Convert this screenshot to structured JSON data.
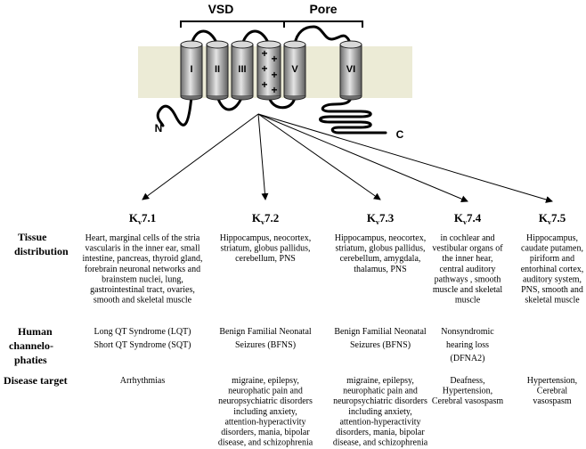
{
  "diagram": {
    "labels": {
      "vsd": "VSD",
      "pore": "Pore",
      "n_terminus": "N",
      "c_terminus": "C"
    },
    "segments": [
      "I",
      "II",
      "III",
      "",
      "V",
      "VI"
    ],
    "charge_symbol": "+",
    "row_headers": {
      "tissue": [
        "Tissue",
        "distribution"
      ],
      "channelopathies": [
        "Human",
        "channelo-",
        "phaties"
      ],
      "disease": [
        "Disease target"
      ]
    },
    "channels": [
      {
        "base": "K",
        "sub": "v",
        "suffix": "7.1",
        "tissue": [
          "Heart, marginal cells  of the stria",
          "vascularis in the inner ear, small",
          "intestine, pancreas, thyroid gland,",
          "forebrain neuronal networks and",
          "brainstem nuclei, lung,",
          "gastrointestinal tract,  ovaries,",
          "smooth and skeletal muscle"
        ],
        "channelopathies": [
          "Long QT Syndrome (LQT)",
          "Short QT Syndrome (SQT)"
        ],
        "disease": [
          "Arrhythmias"
        ]
      },
      {
        "base": "K",
        "sub": "v",
        "suffix": "7.2",
        "tissue": [
          "Hippocampus, neocortex,",
          "striatum, globus pallidus,",
          "cerebellum,  PNS"
        ],
        "channelopathies": [
          "Benign Familial Neonatal",
          "Seizures (BFNS)"
        ],
        "disease": [
          "migraine, epilepsy,",
          "neurophatic pain and",
          "neuropsychiatric disorders",
          "including  anxiety,",
          "attention-hyperactivity",
          "disorders, mania, bipolar",
          "disease, and schizophrenia"
        ]
      },
      {
        "base": "K",
        "sub": "v",
        "suffix": "7.3",
        "tissue": [
          "Hippocampus, neocortex,",
          "striatum, globus pallidus,",
          "cerebellum, amygdala,",
          "thalamus, PNS"
        ],
        "channelopathies": [
          "Benign Familial Neonatal",
          "Seizures (BFNS)"
        ],
        "disease": [
          "migraine, epilepsy,",
          "neurophatic pain and",
          "neuropsychiatric disorders",
          "including  anxiety,",
          "attention-hyperactivity",
          "disorders, mania, bipolar",
          "disease, and schizophrenia"
        ]
      },
      {
        "base": "K",
        "sub": "v",
        "suffix": "7.4",
        "tissue": [
          "in cochlear and",
          "vestibular organs of",
          "the inner hear,",
          "central auditory",
          "pathways , smooth",
          "muscle and skeletal",
          "muscle"
        ],
        "channelopathies": [
          "Nonsyndromic",
          "hearing loss",
          "(DFNA2)"
        ],
        "disease": [
          "Deafness,",
          "Hypertension,",
          "Cerebral vasospasm"
        ]
      },
      {
        "base": "K",
        "sub": "v",
        "suffix": "7.5",
        "tissue": [
          "Hippocampus,",
          "caudate putamen,",
          "piriform and",
          "entorhinal cortex,",
          "auditory system,",
          "PNS, smooth and",
          "skeletal muscle"
        ],
        "channelopathies": [],
        "disease": [
          "Hypertension,",
          "Cerebral",
          "vasospasm"
        ]
      }
    ]
  }
}
